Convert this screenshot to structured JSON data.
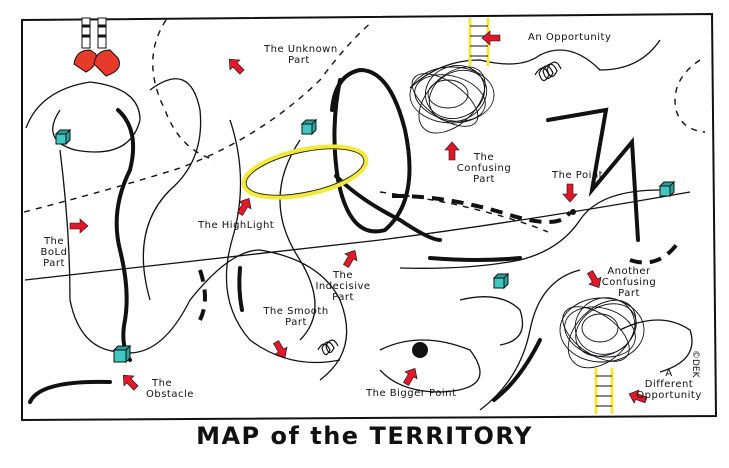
{
  "title": "MAP of the TERRITORY",
  "credit": "©DEK",
  "labels": {
    "unknown": [
      "The Unknown",
      "Part"
    ],
    "opportunity": "An Opportunity",
    "confusing": [
      "The",
      "Confusing",
      "Part"
    ],
    "point": "The Point",
    "highlight": "The HighLight",
    "bold": [
      "The",
      "BoLd",
      "Part"
    ],
    "indecisive": [
      "The",
      "Indecisive",
      "Part"
    ],
    "another": [
      "Another",
      "Confusing",
      "Part"
    ],
    "smooth": [
      "The Smooth",
      "Part"
    ],
    "obstacle": [
      "The",
      "Obstacle"
    ],
    "bigger": "The Bigger Point",
    "different": [
      "A",
      "Different",
      "Opportunity"
    ]
  },
  "colors": {
    "ink": "#111111",
    "arrow": "#e0182a",
    "highlight": "#f2ea3a",
    "ladder": "#f4e63a",
    "cube": "#3fc7c2",
    "shoes": "#e83a2a"
  }
}
